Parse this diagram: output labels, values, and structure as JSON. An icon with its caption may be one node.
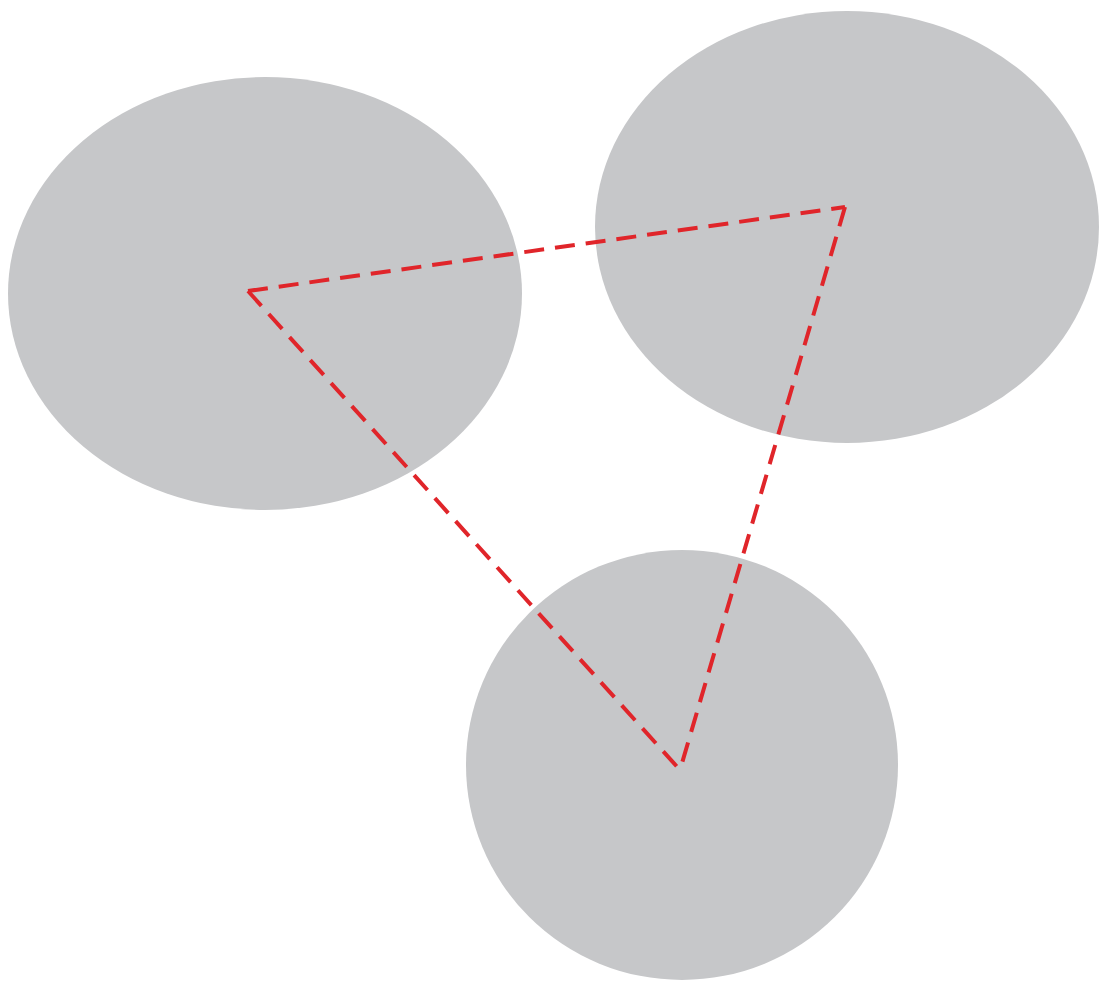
{
  "diagram": {
    "nodes": [
      {
        "text": [],
        "shape": "circle"
      },
      {
        "text": [],
        "shape": "circle"
      },
      {
        "text": [],
        "shape": "circle"
      }
    ],
    "edges": [
      {
        "from": 0,
        "to": 1,
        "arrow": "none",
        "style": "dashed",
        "color": "#e0252a"
      },
      {
        "from": 1,
        "to": 2,
        "arrow": "none",
        "style": "dashed",
        "color": "#e0252a"
      },
      {
        "from": 0,
        "to": 2,
        "arrow": "none",
        "style": "dashed",
        "color": "#e0252a"
      }
    ]
  }
}
